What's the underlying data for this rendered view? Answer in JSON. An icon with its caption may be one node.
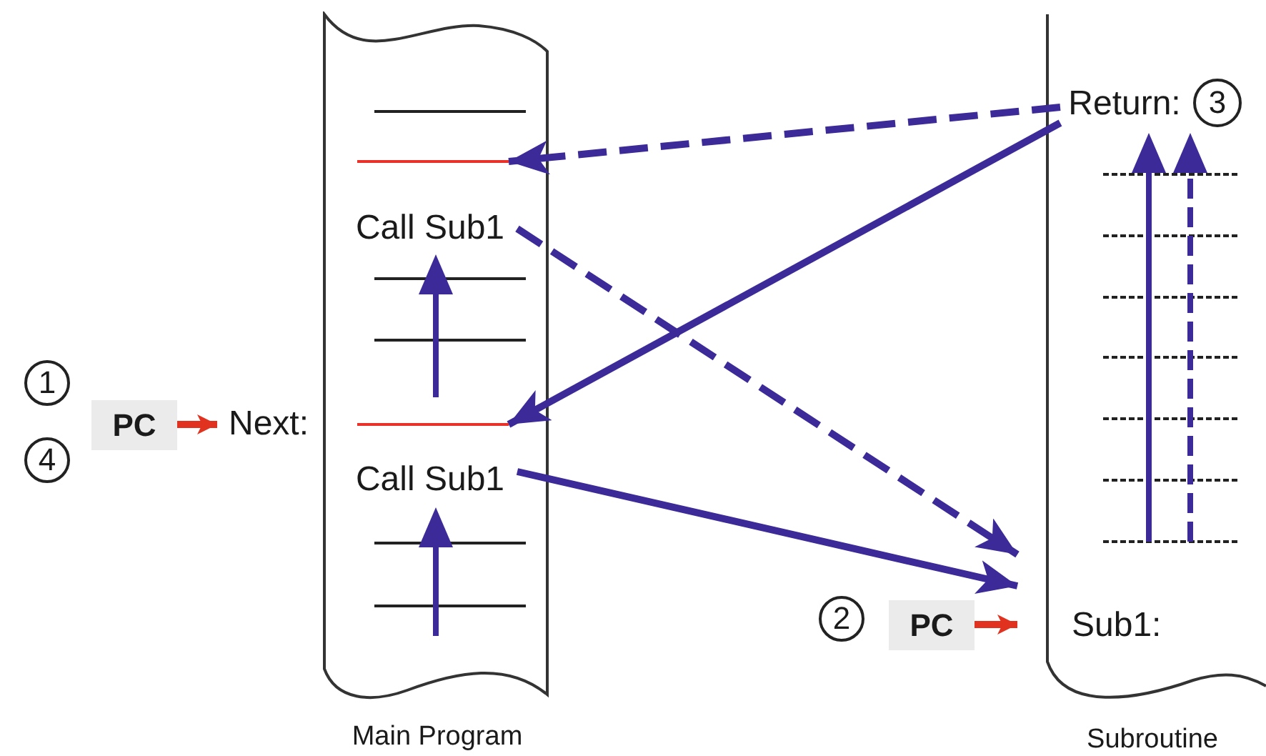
{
  "diagram": {
    "nodes": [
      {
        "text": [
          "Main Program"
        ]
      },
      {
        "text": [],
        "shape": "bar",
        "in": 0
      },
      {
        "text": [
          "Call Sub1"
        ],
        "in": 0
      },
      {
        "text": [],
        "shape": "bar",
        "in": 0
      },
      {
        "text": [
          "Call Sub1"
        ],
        "in": 0
      },
      {
        "text": [
          "Subroutine"
        ]
      },
      {
        "text": [
          "Return:"
        ],
        "in": 5
      },
      {
        "text": [
          "3"
        ],
        "in": 5
      },
      {
        "text": [
          "Sub1:"
        ],
        "in": 5
      },
      {
        "text": [
          "1"
        ]
      },
      {
        "text": [
          "4"
        ]
      },
      {
        "text": [
          "PC"
        ]
      },
      {
        "text": [
          "Next:"
        ]
      },
      {
        "text": [
          "2"
        ]
      },
      {
        "text": [
          "PC"
        ]
      }
    ],
    "edges": [
      {
        "from": 6,
        "to": 1,
        "arrow": "to",
        "style": "dashed"
      },
      {
        "from": 6,
        "to": 3,
        "arrow": "to"
      },
      {
        "from": 2,
        "to": 8,
        "arrow": "to",
        "style": "dashed"
      },
      {
        "from": 4,
        "to": 8,
        "arrow": "to"
      },
      {
        "from": 11,
        "to": 12,
        "arrow": "to",
        "color": "#e0321e"
      },
      {
        "from": 14,
        "to": 8,
        "arrow": "to",
        "color": "#e0321e"
      }
    ]
  }
}
